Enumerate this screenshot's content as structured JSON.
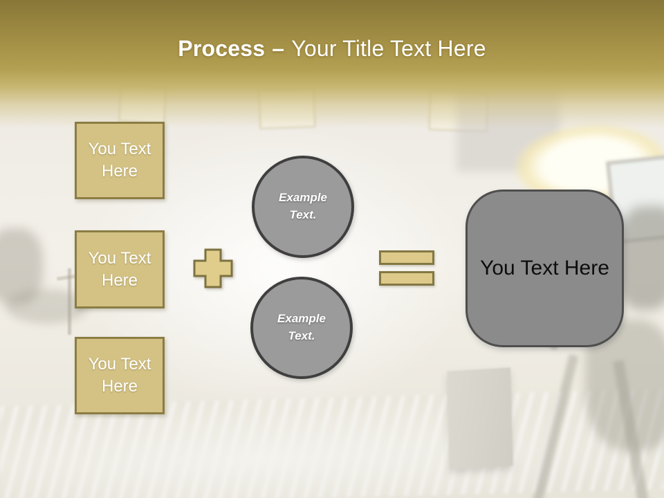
{
  "slide": {
    "title": {
      "emphasis": "Process",
      "separator": "–",
      "rest": "Your Title Text Here"
    },
    "input_boxes": [
      {
        "label": "You Text Here"
      },
      {
        "label": "You Text Here"
      },
      {
        "label": "You Text Here"
      }
    ],
    "operators": {
      "plus_icon": "plus-sign",
      "equals_icon": "equals-sign"
    },
    "circles": [
      {
        "label": "Example Text."
      },
      {
        "label": "Example Text."
      }
    ],
    "result_box": {
      "label": "You Text Here"
    },
    "colors": {
      "gold_fill": "#d3c284",
      "gold_border": "#8b7d44",
      "gold_header": "#a69247",
      "gray_circle_fill": "#9b9b9b",
      "gray_circle_border": "#3f3f3f",
      "result_fill": "#8b8b8b",
      "title_text": "#ffffff"
    }
  }
}
